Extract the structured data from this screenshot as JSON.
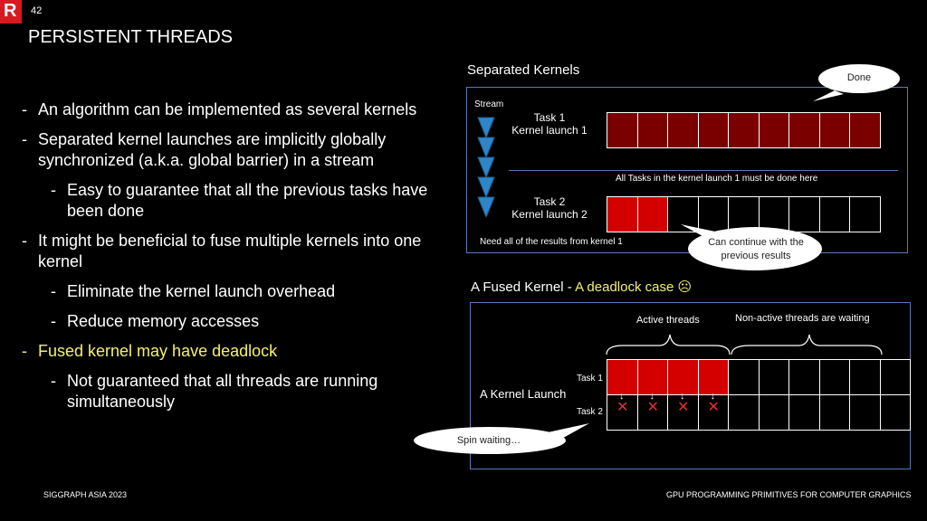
{
  "slide": {
    "number": "42",
    "title": "PERSISTENT THREADS",
    "logo_letter": "R",
    "footer_left": "SIGGRAPH ASIA 2023",
    "footer_right": "GPU PROGRAMMING PRIMITIVES FOR COMPUTER GRAPHICS"
  },
  "bullets": [
    {
      "text": "An algorithm can be implemented as several kernels"
    },
    {
      "text": "Separated kernel launches are implicitly globally synchronized (a.k.a. global barrier) in a stream"
    },
    {
      "text": "Easy to guarantee that all the previous tasks have been done"
    },
    {
      "text": "It might be beneficial to fuse multiple kernels into one kernel"
    },
    {
      "text": "Eliminate the kernel launch overhead"
    },
    {
      "text": "Reduce memory accesses"
    },
    {
      "text": "Fused kernel may have deadlock"
    },
    {
      "text": "Not guaranteed that all threads are running simultaneously"
    }
  ],
  "separated": {
    "heading": "Separated Kernels",
    "stream_label": "Stream",
    "task1": "Task 1\nKernel launch 1",
    "task2": "Task 2\nKernel launch 2",
    "done_bubble": "Done",
    "barrier_text": "All Tasks in the kernel launch 1 must be done here",
    "need_text": "Need all of the results from kernel 1",
    "continue_bubble": "Can continue with the previous results",
    "row1_filled": 9,
    "row2_filled": 2,
    "cells_per_row": 9
  },
  "fused": {
    "heading_prefix": "A Fused Kernel - ",
    "heading_highlight": "A deadlock case ☹",
    "active_label": "Active threads",
    "waiting_label": "Non-active threads are waiting",
    "launch_label": "A Kernel Launch",
    "task1": "Task 1",
    "task2": "Task 2",
    "spin_bubble": "Spin waiting…",
    "active_count": 4,
    "cells_per_row": 10
  },
  "colors": {
    "dark_red": "#7a0000",
    "bright_red": "#d40000",
    "highlight_yellow": "#f5f06e",
    "panel_border": "#5b78b6",
    "arrow_blue": "#2e86c8"
  }
}
